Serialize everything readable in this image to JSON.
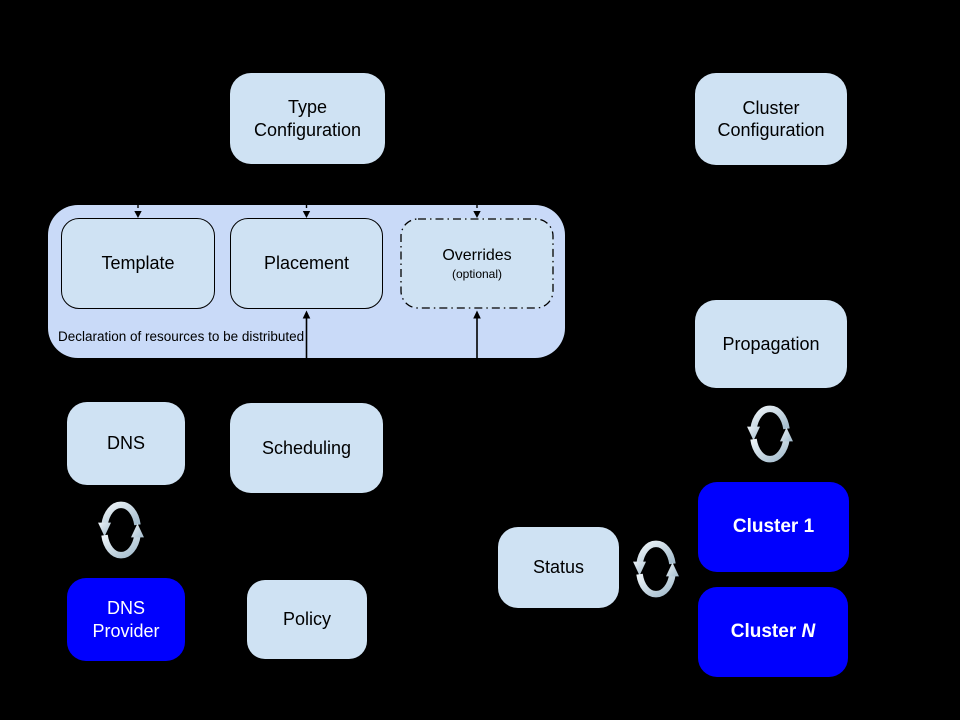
{
  "diagram": {
    "background": "#000000",
    "palette": {
      "light_box_fill": "#cfe2f3",
      "container_fill": "#c9daf8",
      "accent_blue": "#0000fe",
      "box_border": "#000000",
      "text_dark": "#000000",
      "text_light": "#ffffff",
      "sync_icon_light": "#edf3f7",
      "sync_icon_dark": "#a3bccd"
    },
    "nodes": {
      "type_configuration": {
        "label": "Type\nConfiguration"
      },
      "cluster_configuration": {
        "label": "Cluster\nConfiguration"
      },
      "template": {
        "label": "Template"
      },
      "placement": {
        "label": "Placement"
      },
      "overrides": {
        "label": "Overrides",
        "sublabel": "(optional)"
      },
      "dns": {
        "label": "DNS"
      },
      "scheduling": {
        "label": "Scheduling"
      },
      "dns_provider": {
        "label": "DNS\nProvider"
      },
      "policy": {
        "label": "Policy"
      },
      "propagation": {
        "label": "Propagation"
      },
      "status": {
        "label": "Status"
      },
      "cluster_1": {
        "label": "Cluster 1"
      },
      "cluster_n": {
        "label_prefix": "Cluster ",
        "label_suffix_italic": "N"
      }
    },
    "container": {
      "caption": "Declaration of resources to be distributed"
    },
    "icons": {
      "sync": "sync-icon (bidirectional reconcile arrows)"
    }
  }
}
